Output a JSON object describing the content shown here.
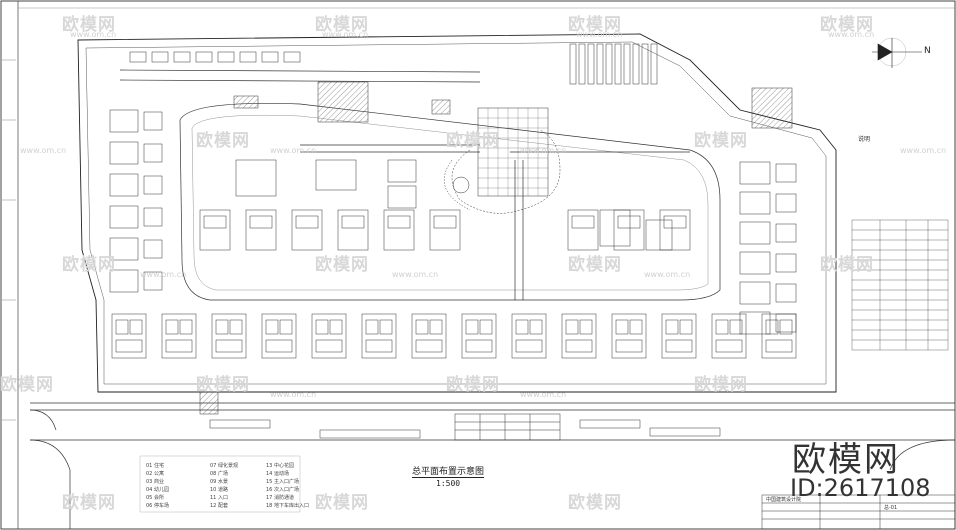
{
  "drawing": {
    "title": "总平面布置示意图",
    "scale": "1:500",
    "north_label": "N",
    "notes_title": "说明"
  },
  "watermark": {
    "brand": "欧模网",
    "url": "www.om.cn",
    "model_id": "ID:2617108"
  },
  "legend": [
    "01 住宅",
    "02 公寓",
    "03 商业",
    "04 幼儿园",
    "05 会所",
    "06 停车场",
    "07 绿化景观",
    "08 广场",
    "09 水景",
    "10 道路",
    "11 入口",
    "12 配套",
    "13 中心花园",
    "14 运动场",
    "15 主入口广场",
    "16 次入口广场",
    "17 消防通道",
    "18 地下车库出入口"
  ],
  "title_block": {
    "company": "中国建筑设计院",
    "drawing_no": "总-01"
  },
  "icons": [
    "north-arrow-icon"
  ]
}
